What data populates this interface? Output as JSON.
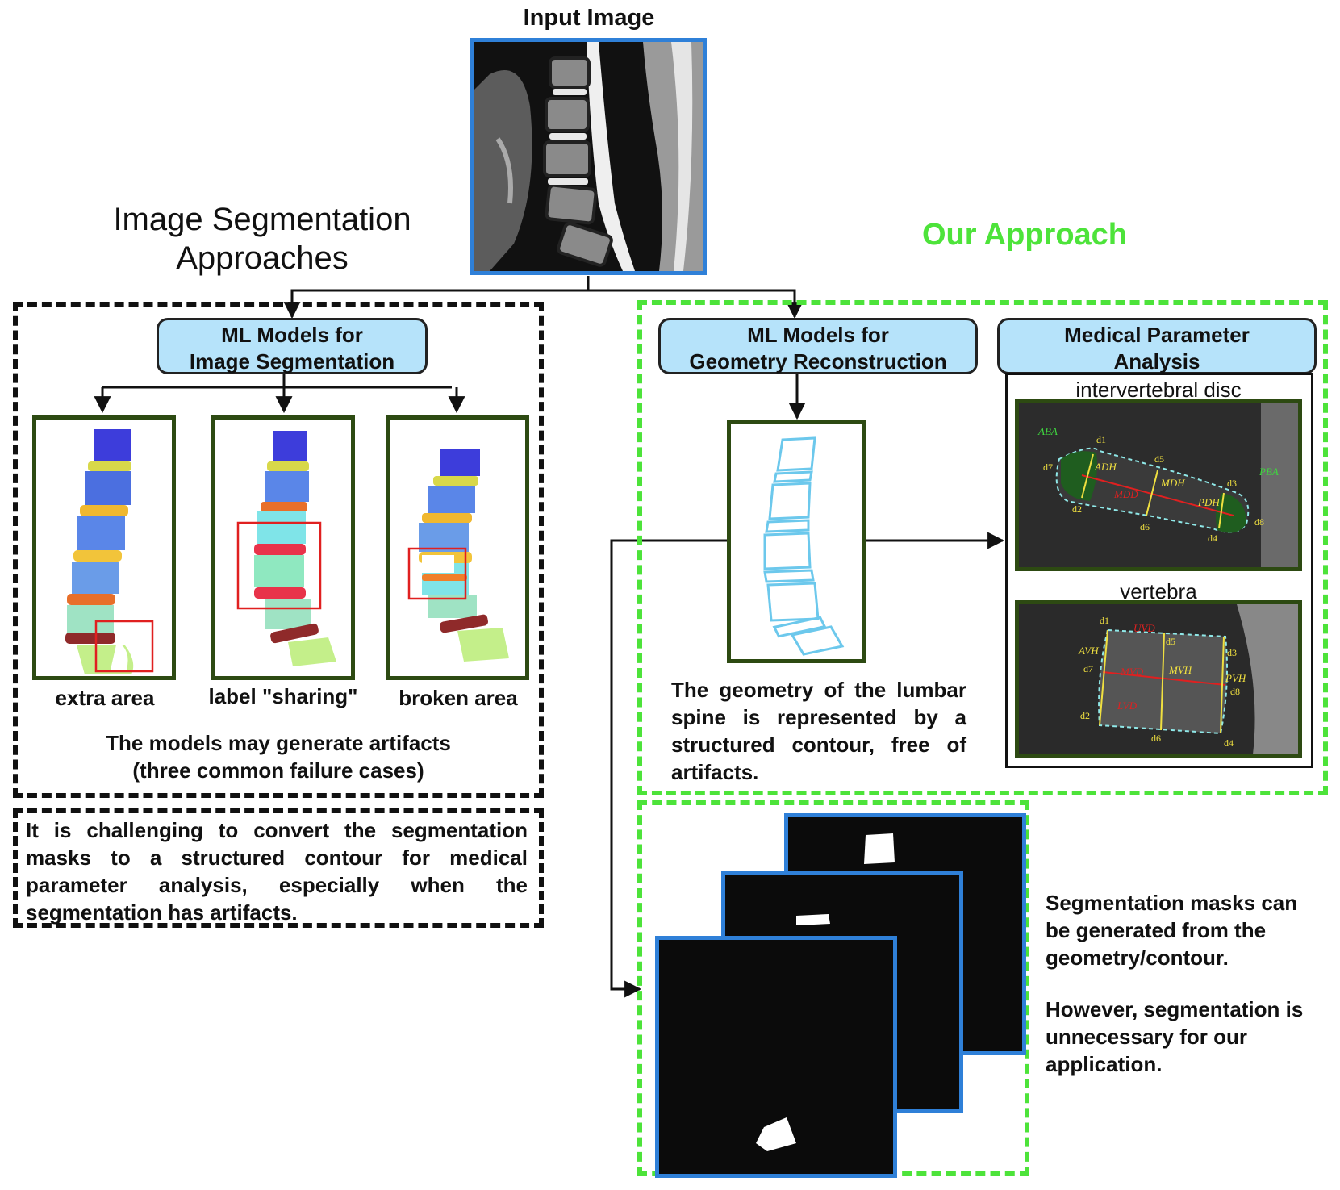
{
  "input_image": {
    "title": "Input Image"
  },
  "segmentation": {
    "heading_line1": "Image Segmentation",
    "heading_line2": "Approaches",
    "model_box_line1": "ML Models for",
    "model_box_line2": "Image Segmentation",
    "failure_cases": [
      {
        "label": "extra area"
      },
      {
        "label": "label \"sharing\""
      },
      {
        "label": "broken area"
      }
    ],
    "artifacts_line1": "The models may generate artifacts",
    "artifacts_line2": "(three common failure cases)",
    "challenge_text": "It is challenging to convert the segmentation masks to a structured contour for medical parameter analysis, especially when the segmentation has artifacts."
  },
  "our_approach": {
    "heading": "Our Approach",
    "geometry_box_line1": "ML Models for",
    "geometry_box_line2": "Geometry Reconstruction",
    "geometry_text": "The geometry of the lumbar spine is represented by a structured contour, free of artifacts.",
    "analysis_box_line1": "Medical Parameter",
    "analysis_box_line2": "Analysis",
    "disc_label": "intervertebral disc",
    "vertebra_label": "vertebra",
    "disc_annotations": [
      "ABA",
      "ADH",
      "MDD",
      "MDH",
      "PDH",
      "PBA",
      "d1",
      "d2",
      "d3",
      "d4",
      "d5",
      "d6",
      "d7",
      "d8"
    ],
    "vertebra_annotations": [
      "UVD",
      "AVH",
      "MVD",
      "MVH",
      "PVH",
      "LVD",
      "d1",
      "d2",
      "d3",
      "d4",
      "d5",
      "d6",
      "d7",
      "d8"
    ],
    "masks_text_1": "Segmentation masks can be generated from the geometry/contour.",
    "masks_text_2": "However, segmentation is unnecessary for our application."
  },
  "colors": {
    "accent_blue_border": "#2f80d8",
    "pill_fill": "#b6e3fa",
    "green_dash": "#4de33a",
    "dark_green_frame": "#2d4a12",
    "red_highlight": "#e02020",
    "contour_cyan": "#6cc8ec"
  }
}
